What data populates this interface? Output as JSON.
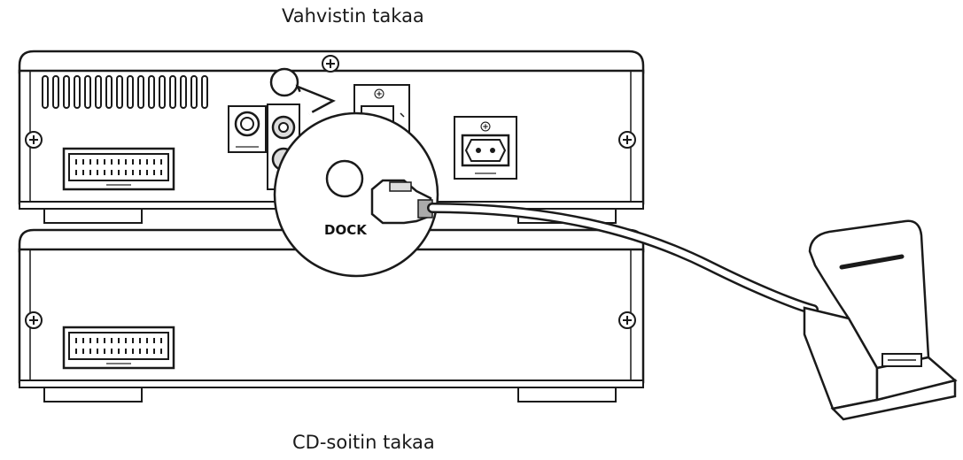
{
  "captions": {
    "amplifier_rear": "Vahvistin takaa",
    "cd_player_rear": "CD-soitin takaa"
  },
  "callout": {
    "dock_label": "DOCK"
  },
  "colors": {
    "stroke": "#1a1a1a",
    "fill": "#ffffff",
    "shade": "#dddddd"
  }
}
